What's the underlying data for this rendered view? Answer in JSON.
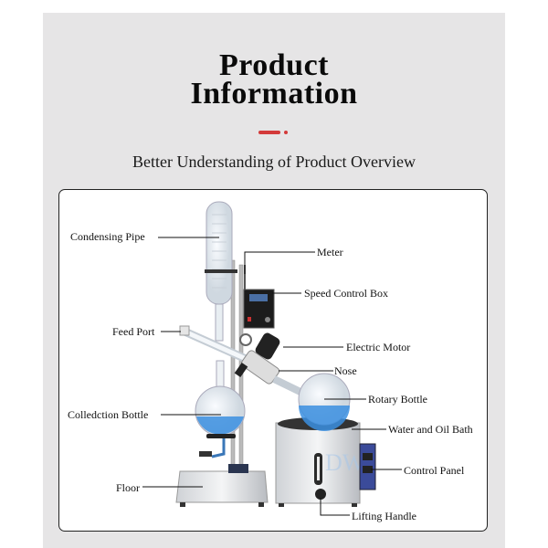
{
  "header": {
    "title_line1": "Product",
    "title_line2": "Information",
    "subtitle": "Better Understanding of Product Overview",
    "accent_color": "#d33a3a"
  },
  "diagram": {
    "labels": {
      "condensing_pipe": "Condensing Pipe",
      "meter": "Meter",
      "speed_control_box": "Speed Control Box",
      "feed_port": "Feed Port",
      "electric_motor": "Electric Motor",
      "nose": "Nose",
      "rotary_bottle": "Rotary Bottle",
      "collection_bottle": "Colledction Bottle",
      "water_oil_bath": "Water and Oil Bath",
      "control_panel": "Control Panel",
      "floor": "Floor",
      "lifting_handle": "Lifting Handle"
    },
    "liquid_color": "#3b8fe0"
  }
}
